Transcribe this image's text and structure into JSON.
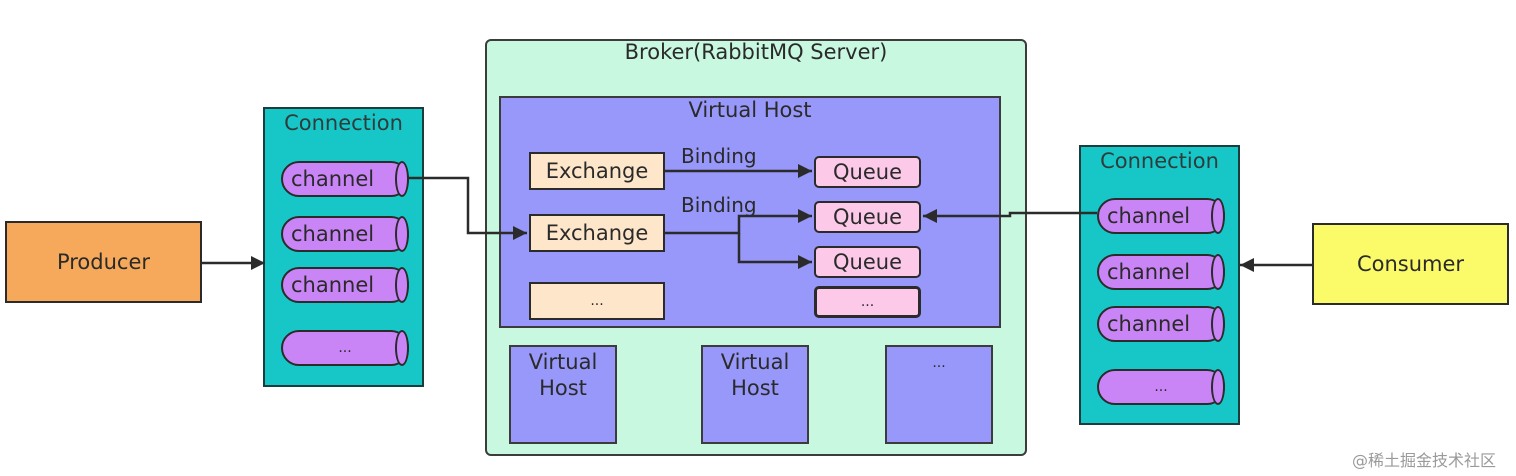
{
  "producer": {
    "label": "Producer"
  },
  "consumer": {
    "label": "Consumer"
  },
  "connection_left": {
    "label": "Connection",
    "channels": [
      "channel",
      "channel",
      "channel",
      "..."
    ]
  },
  "connection_right": {
    "label": "Connection",
    "channels": [
      "channel",
      "channel",
      "channel",
      "..."
    ]
  },
  "broker": {
    "title": "Broker(RabbitMQ Server)",
    "virtual_host": {
      "title": "Virtual Host",
      "exchanges": [
        "Exchange",
        "Exchange",
        "..."
      ],
      "bindings": [
        "Binding",
        "Binding"
      ],
      "queues": [
        "Queue",
        "Queue",
        "Queue",
        "..."
      ]
    },
    "other_hosts": [
      "Virtual Host",
      "Virtual Host",
      "..."
    ]
  },
  "watermark": "@稀土掘金技术社区",
  "colors": {
    "producer": "#f6a95a",
    "consumer": "#fbfb6a",
    "connection": "#17c7c7",
    "channel": "#c984f6",
    "broker": "#c9f8e1",
    "virtual_host": "#9898fa",
    "exchange": "#fde6c9",
    "queue": "#fcc9e8"
  }
}
